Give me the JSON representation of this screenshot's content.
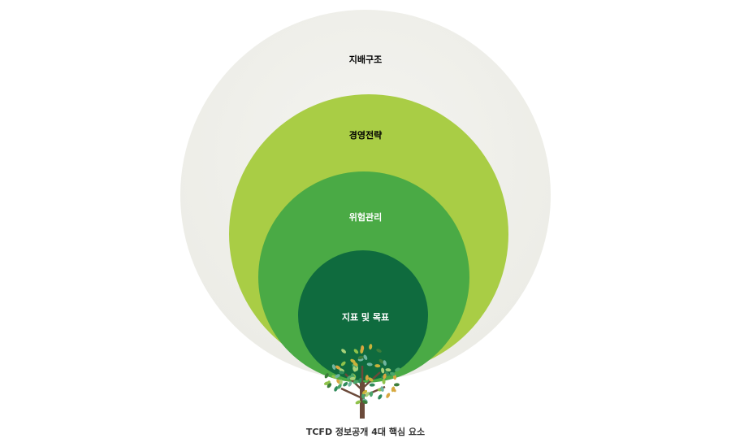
{
  "layers": [
    {
      "label": "지배구조",
      "color": "#f1f1ec",
      "text_color": "#222222"
    },
    {
      "label": "경영전략",
      "color": "#a9cd45",
      "text_color": "#222222"
    },
    {
      "label": "위험관리",
      "color": "#4aaa45",
      "text_color": "#ffffff"
    },
    {
      "label": "지표 및 목표",
      "color": "#0f6b3e",
      "text_color": "#ffffff"
    }
  ],
  "caption": "TCFD 정보공개 4대 핵심 요소"
}
